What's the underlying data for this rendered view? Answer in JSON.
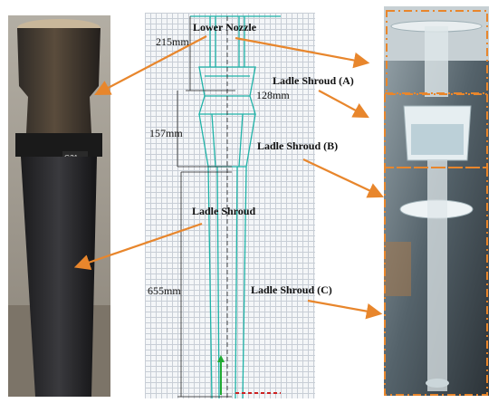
{
  "labels": {
    "lower_nozzle": "Lower Nozzle",
    "ladle_shroud": "Ladle Shroud",
    "ladle_shroud_a": "Ladle Shroud (A)",
    "ladle_shroud_b": "Ladle Shroud (B)",
    "ladle_shroud_c": "Ladle Shroud (C)"
  },
  "dimensions": {
    "d1": "215mm",
    "d2": "128mm",
    "d3": "157mm",
    "d4": "655mm"
  },
  "photo_left": {
    "sticker_text": "G21"
  },
  "colors": {
    "arrow": "#e8862c",
    "dashed_box": "#e8862c",
    "cad_outline": "#1fb3a8",
    "cad_axis": "#22aa33",
    "photo_left_bg": "#6f6a63",
    "photo_right_bg": "#3d4a52"
  }
}
